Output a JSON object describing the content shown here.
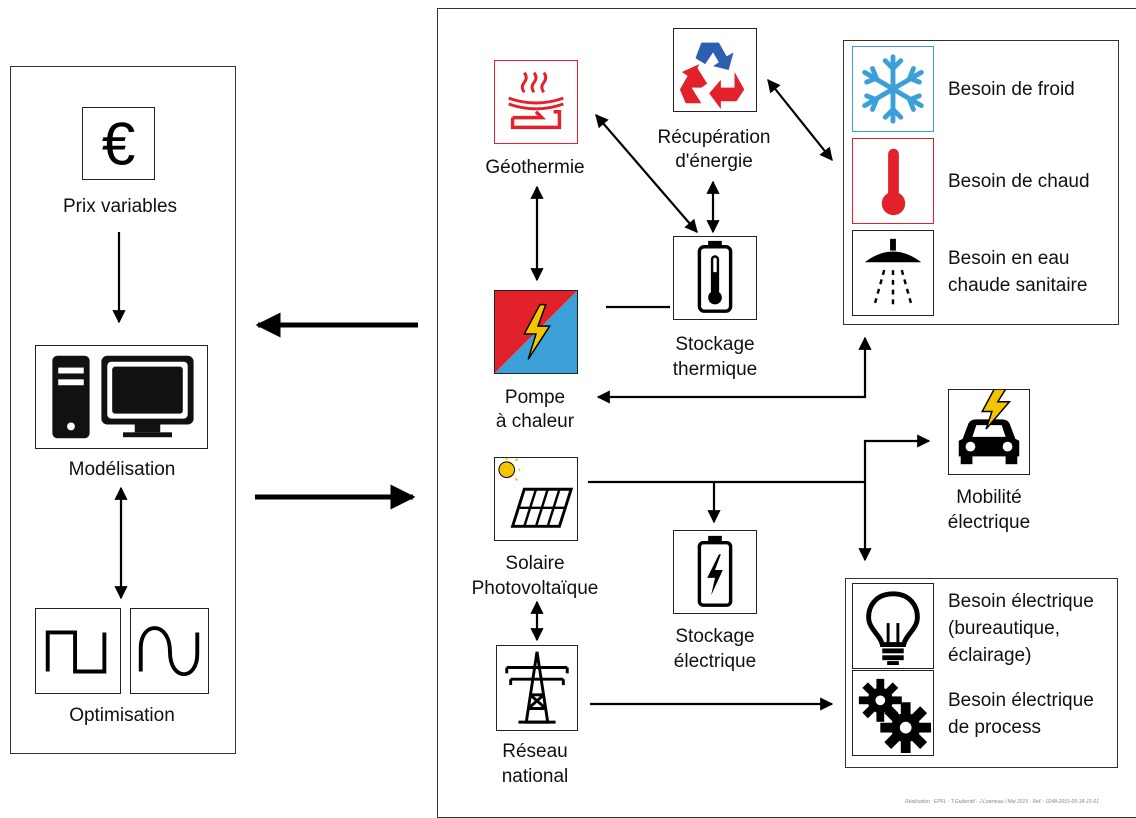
{
  "left_panel": {
    "prix_variables": "Prix variables",
    "modelisation": "Modélisation",
    "optimisation": "Optimisation",
    "euro_symbol": "€"
  },
  "right_panel": {
    "geothermie": "Géothermie",
    "recuperation_line1": "Récupération",
    "recuperation_line2": "d'énergie",
    "pompe_line1": "Pompe",
    "pompe_line2": "à chaleur",
    "stockage_th_line1": "Stockage",
    "stockage_th_line2": "thermique",
    "solaire_line1": "Solaire",
    "solaire_line2": "Photovoltaïque",
    "stockage_el_line1": "Stockage",
    "stockage_el_line2": "électrique",
    "reseau_line1": "Réseau",
    "reseau_line2": "national",
    "mobilite_line1": "Mobilité",
    "mobilite_line2": "électrique"
  },
  "needs_thermal": {
    "froid": "Besoin de froid",
    "chaud": "Besoin de chaud",
    "eau_line1": "Besoin en eau",
    "eau_line2": "chaude sanitaire"
  },
  "needs_electric": {
    "bureau_line1": "Besoin électrique",
    "bureau_line2": "(bureautique,",
    "bureau_line3": "éclairage)",
    "process_line1": "Besoin électrique",
    "process_line2": "de process"
  },
  "footer_credit": "Réalisation : EPFL - T.Guibentif - J.Lowneau / Mai 2015 - Réf. : 0248-2015-05-18-JS-01",
  "colors": {
    "heat_red": "#e2212a",
    "cold_blue": "#3b9fd8",
    "bolt_yellow": "#f2c500",
    "recycle_blue": "#2d5fb0"
  },
  "icons": {
    "euro": "euro-icon",
    "computer": "computer-icon",
    "square_wave": "square-wave-icon",
    "sine_wave": "sine-wave-icon",
    "geothermal": "geothermal-icon",
    "recycle": "recycle-icon",
    "snowflake": "snowflake-icon",
    "thermometer_red": "thermometer-icon",
    "shower": "shower-icon",
    "heat_pump": "heat-pump-icon",
    "thermal_storage": "thermal-storage-icon",
    "solar": "solar-panel-icon",
    "battery": "battery-icon",
    "pylon": "pylon-icon",
    "car": "electric-car-icon",
    "bulb": "light-bulb-icon",
    "gears": "gears-icon"
  }
}
